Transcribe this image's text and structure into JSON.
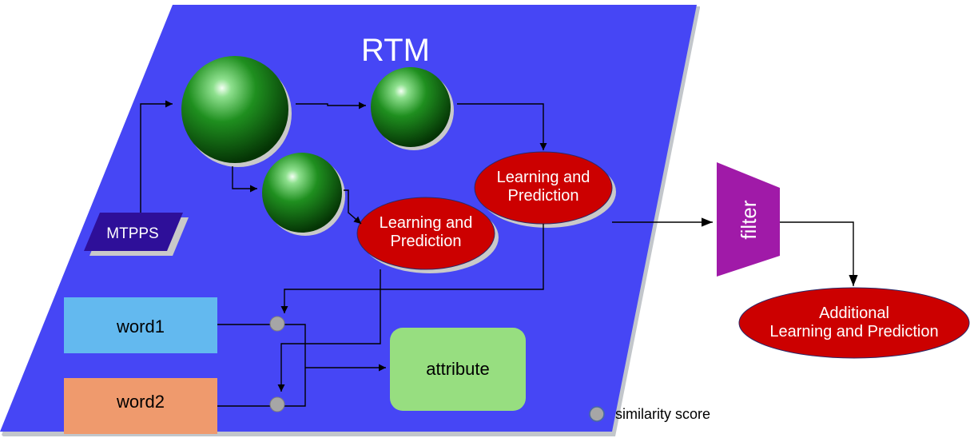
{
  "diagram": {
    "title": "RTM",
    "mtpps_label": "MTPPS",
    "lp_upper": {
      "line1": "Learning and",
      "line2": "Prediction"
    },
    "lp_lower": {
      "line1": "Learning and",
      "line2": "Prediction"
    },
    "filter_label": "filter",
    "additional": {
      "line1": "Additional",
      "line2": "Learning and Prediction"
    },
    "word1": "word1",
    "word2": "word2",
    "attribute": "attribute",
    "legend_label": "similarity score"
  },
  "colors": {
    "panel": "#4646f5",
    "sphere": "#1a7a1a",
    "ellipse": "#cc0000",
    "filter": "#a01aa8",
    "mtpps": "#2e0f99",
    "word1": "#63b9ef",
    "word2": "#ef9a6d",
    "attribute": "#97de80",
    "node": "#a6a6a6"
  }
}
